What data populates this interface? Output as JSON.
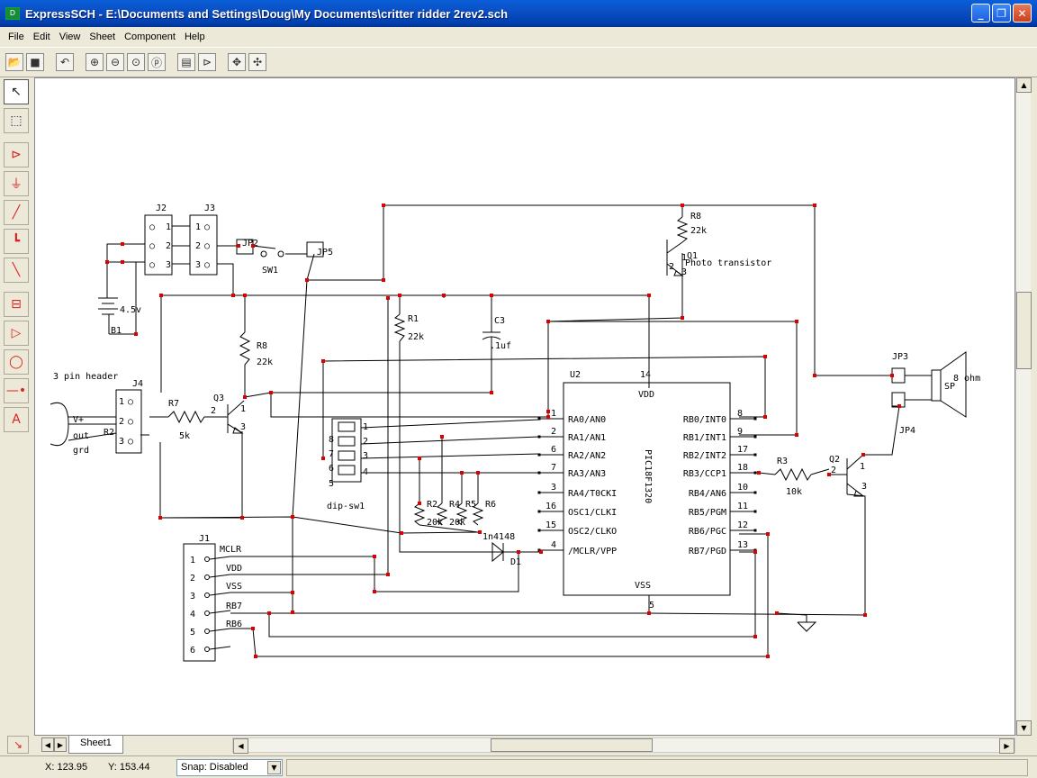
{
  "window": {
    "title": "ExpressSCH - E:\\Documents and Settings\\Doug\\My Documents\\critter ridder 2rev2.sch",
    "app_icon": "schematic-icon",
    "buttons": [
      "minimize-icon",
      "restore-icon",
      "close-icon"
    ],
    "title_color": "#0b4fc4"
  },
  "menu": [
    "File",
    "Edit",
    "View",
    "Sheet",
    "Component",
    "Help"
  ],
  "toolbar": {
    "buttons": [
      "open-folder-icon",
      "save-icon",
      "undo-icon",
      "zoom-in-icon",
      "zoom-out-icon",
      "zoom-area-icon",
      "zoom-previous-icon",
      "properties-icon",
      "component-editor-icon",
      "pan-icon",
      "move-icon"
    ]
  },
  "palette": {
    "tools": [
      "select-arrow-icon",
      "zoom-select-icon",
      "component-icon",
      "ground-icon",
      "wire-icon",
      "bus-icon",
      "bus-entry-icon",
      "junction-box-icon",
      "buffer-icon",
      "circle-icon",
      "pin-icon",
      "text-icon"
    ],
    "accent": "#dd2222"
  },
  "schematic": {
    "labels": {
      "j2": "J2",
      "j3": "J3",
      "jp2": "JP2",
      "jp5": "JP5",
      "sw1": "SW1",
      "batt_v": "4.5v",
      "b1": "B1",
      "r1": "R1",
      "r1_val": "22k",
      "c3": "C3",
      "c3_val": ".1uf",
      "r8_top": "R8",
      "r8_top_val": "22k",
      "q1": "Q1",
      "q1_desc": "Photo transistor",
      "r8_mid": "R8",
      "r8_mid_val": "22k",
      "header": "3 pin header",
      "j4": "J4",
      "v_plus": "V+",
      "out": "out",
      "grd": "grd",
      "r2_tag": "R2",
      "r7": "R7",
      "r7_val": "5k",
      "q3": "Q3",
      "dip": "dip-sw1",
      "r2": "R2",
      "r2_val": "20k",
      "r4": "R4",
      "r4_val": "20k",
      "r5": "R5",
      "r6": "R6",
      "d1_val": "1n4148",
      "d1": "D1",
      "u2": "U2",
      "chip_name": "PIC18F1320",
      "vdd": "VDD",
      "vss": "VSS",
      "vdd_pin": "14",
      "vss_pin": "5",
      "jp3": "JP3",
      "jp4": "JP4",
      "sp": "SP",
      "sp_val": "8 ohm",
      "r3": "R3",
      "r3_val": "10k",
      "q2": "Q2",
      "j1": "J1",
      "mclr": "MCLR",
      "j1_vdd": "VDD",
      "j1_vss": "VSS",
      "rb7": "RB7",
      "rb6": "RB6"
    },
    "left_pins": [
      {
        "num": "1",
        "name": "RA0/AN0"
      },
      {
        "num": "2",
        "name": "RA1/AN1"
      },
      {
        "num": "6",
        "name": "RA2/AN2"
      },
      {
        "num": "7",
        "name": "RA3/AN3"
      },
      {
        "num": "3",
        "name": "RA4/T0CKI"
      },
      {
        "num": "16",
        "name": "OSC1/CLKI"
      },
      {
        "num": "15",
        "name": "OSC2/CLKO"
      },
      {
        "num": "4",
        "name": "/MCLR/VPP"
      }
    ],
    "right_pins": [
      {
        "num": "8",
        "name": "RB0/INT0"
      },
      {
        "num": "9",
        "name": "RB1/INT1"
      },
      {
        "num": "17",
        "name": "RB2/INT2"
      },
      {
        "num": "18",
        "name": "RB3/CCP1"
      },
      {
        "num": "10",
        "name": "RB4/AN6"
      },
      {
        "num": "11",
        "name": "RB5/PGM"
      },
      {
        "num": "12",
        "name": "RB6/PGC"
      },
      {
        "num": "13",
        "name": "RB7/PGD"
      }
    ],
    "j1_pins": [
      "1",
      "2",
      "3",
      "4",
      "5",
      "6"
    ],
    "j2_pins": [
      "1",
      "2",
      "3"
    ],
    "j4_pins": [
      "1",
      "2",
      "3"
    ],
    "dip_nums": [
      "1",
      "2",
      "3",
      "4",
      "8",
      "7",
      "6",
      "5"
    ],
    "q_pins": [
      "1",
      "2",
      "3"
    ],
    "junction_color": "#dd0000"
  },
  "tabs": {
    "sheet": "Sheet1"
  },
  "status": {
    "x": "X: 123.95",
    "y": "Y: 153.44",
    "snap": "Snap: Disabled"
  }
}
